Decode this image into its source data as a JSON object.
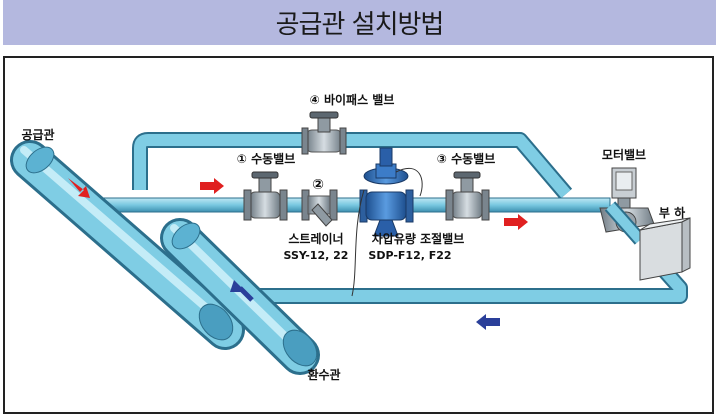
{
  "title": "공급관 설치방법",
  "labels": {
    "bypass": "④ 바이패스 밸브",
    "supply": "공급관",
    "valve1": "① 수동밸브",
    "strainer_num": "②",
    "strainer": "스트레이너",
    "strainer_model": "SSY-12, 22",
    "valve3": "③ 수동밸브",
    "regulator": "차압유량 조절밸브",
    "regulator_model": "SDP-F12, F22",
    "motor": "모터밸브",
    "load": "부 하",
    "return": "환수관"
  },
  "colors": {
    "pipe": "#79c8e0",
    "pipe_dark": "#3d8fb0",
    "arrow_red": "#e02020",
    "arrow_blue": "#2a3f9a",
    "valve_blue": "#2f6fb8",
    "valve_gray": "#9aa4ac",
    "title_bg": "#b4b8df"
  }
}
